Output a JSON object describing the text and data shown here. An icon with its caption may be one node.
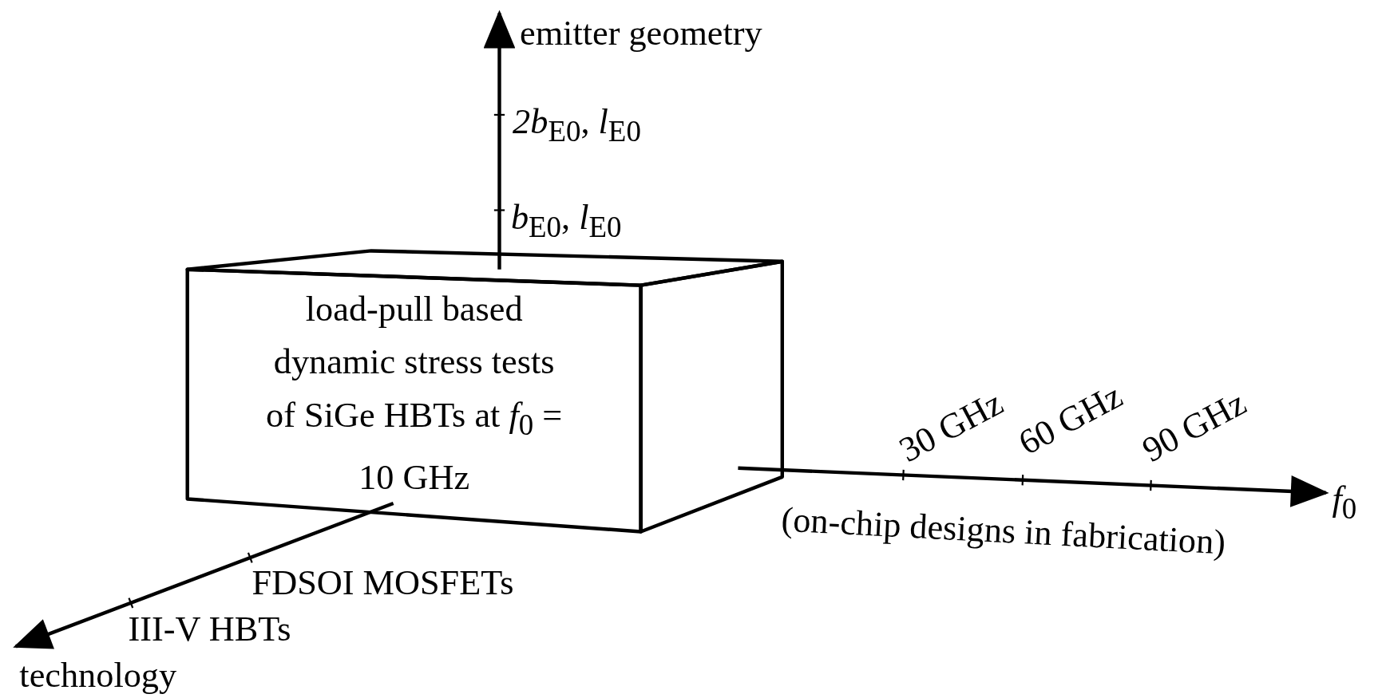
{
  "diagram": {
    "nodes": [
      {
        "text": [
          "load-pull based dynamic stress tests of SiGe HBTs at *f*$_{0}$ = 10 GHz"
        ]
      }
    ],
    "labels": [
      "emitter geometry",
      "*2b*$_{E0}$, *l*$_{E0}$",
      "*b*$_{E0}$, *l*$_{E0}$",
      "30 GHz",
      "60 GHz",
      "90 GHz",
      "*f*$_{0}$",
      "(on-chip designs in fabrication)",
      "FDSOI MOSFETs",
      "III-V HBTs",
      "technology"
    ]
  }
}
